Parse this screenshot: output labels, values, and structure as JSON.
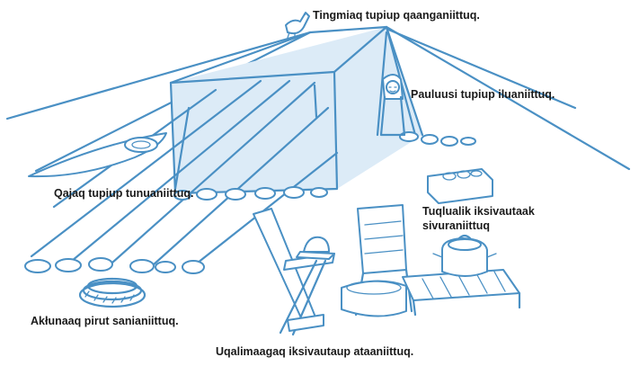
{
  "labels": {
    "bird": "Tingmiaq tupiup qaanganiittuq.",
    "girl": "Pauluusi tupiup iluaniittuq.",
    "kayak": "Qajaq tupiup tunuaniittuq.",
    "pot_line1": "Tuqlualik iksivautaak",
    "pot_line2": "sivuraniittuq",
    "rope": "Akłunaaq pirut sanianiittuq.",
    "cap": "Uqalimaagaq iksivautaup ataaniittuq."
  },
  "colors": {
    "ink": "#4a90c4",
    "shade": "#dcebf7",
    "text": "#1a1a1a",
    "background": "#ffffff"
  }
}
